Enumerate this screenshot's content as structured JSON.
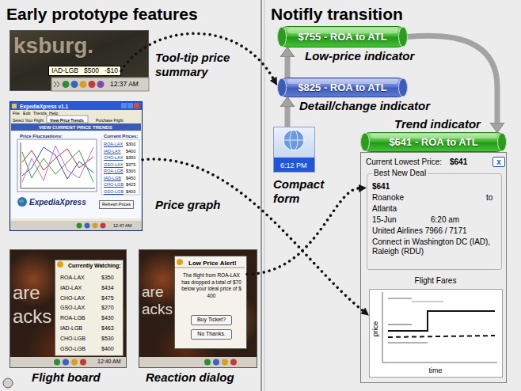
{
  "diagram": {
    "nodes": [
      {
        "text": [
          "ksburg.",
          "12:37 AM"
        ]
      },
      {
        "text": [
          "IAD-LGB",
          "$500",
          "-$10"
        ],
        "in": 0
      },
      {
        "text": [
          "ExpediaXpress v1.1",
          "File",
          "Edit",
          "Trends",
          "Help",
          "Select Your Flight",
          "View Price Trends",
          "Purchase Flight",
          "VIEW CURRENT PRICE TRENDS",
          "Price Fluctuations:",
          "Current Prices:",
          "ROA-LAX",
          "$300",
          "IAD-LAX",
          "$400",
          "CHO-LAX",
          "$350",
          "GSO-LAX",
          "$375",
          "ROA-LGB",
          "$300",
          "IAD-LGB",
          "$450",
          "CHO-LGB",
          "$425",
          "GSO-LGB",
          "$400",
          "ExpediaXpress",
          "Refresh Prices",
          "12:47 AM"
        ]
      },
      {
        "text": [
          "are",
          "acks",
          "12:40 AM"
        ]
      },
      {
        "text": [
          "Currently Watching:",
          "ROA-LAX",
          "$350",
          "IAD-LAX",
          "$434",
          "CHO-LAX",
          "$475",
          "GSO-LAX",
          "$270",
          "ROA-LGB",
          "$430",
          "IAD-LGB",
          "$463",
          "CHO-LGB",
          "$530",
          "GSO-LGB",
          "$400"
        ],
        "in": 3
      },
      {
        "text": [
          "are",
          "acks"
        ]
      },
      {
        "text": [
          "Low Price Alert!",
          "The flight from ROA-LAX has dropped a total of $70 below your ideal price of $ 400"
        ],
        "in": 5
      },
      {
        "text": [
          "Buy Ticket?"
        ],
        "in": 6
      },
      {
        "text": [
          "No Thanks."
        ],
        "in": 6
      },
      {
        "text": [
          "$755 - ROA to ATL"
        ]
      },
      {
        "text": [
          "$825 - ROA to ATL"
        ]
      },
      {
        "text": [
          "6:12 PM"
        ]
      },
      {
        "text": [
          "$641 - ROA to ATL"
        ]
      },
      {
        "text": [
          "Current Lowest Price:",
          "$641"
        ]
      },
      {
        "text": [
          "x"
        ],
        "in": 13
      },
      {
        "text": [
          "Best New Deal",
          "$641",
          "Roanoke",
          "to",
          "Atlanta",
          "15-Jun",
          "6:20 am",
          "United Airlines 7966 / 7171",
          "Connect in Washington DC (IAD), Raleigh (RDU)"
        ],
        "in": 13
      },
      {
        "text": [
          "Flight Fares",
          "price",
          "time"
        ],
        "in": 13
      }
    ],
    "edges": [
      {
        "from": 1,
        "to": 10,
        "arrow": "to"
      },
      {
        "from": 2,
        "to": 16,
        "arrow": "to"
      },
      {
        "from": 6,
        "to": 15,
        "arrow": "to"
      },
      {
        "from": 11,
        "to": 10,
        "arrow": "to"
      },
      {
        "from": 10,
        "to": 9,
        "arrow": "to"
      },
      {
        "from": 9,
        "to": 12,
        "arrow": "to"
      }
    ],
    "labels": [
      "Early prototype features",
      "Notifly transition",
      "Tool-tip price summary",
      "Price graph",
      "Flight board",
      "Reaction dialog",
      "Low-price indicator",
      "Detail/change indicator",
      "Compact form",
      "Trend indicator"
    ]
  }
}
